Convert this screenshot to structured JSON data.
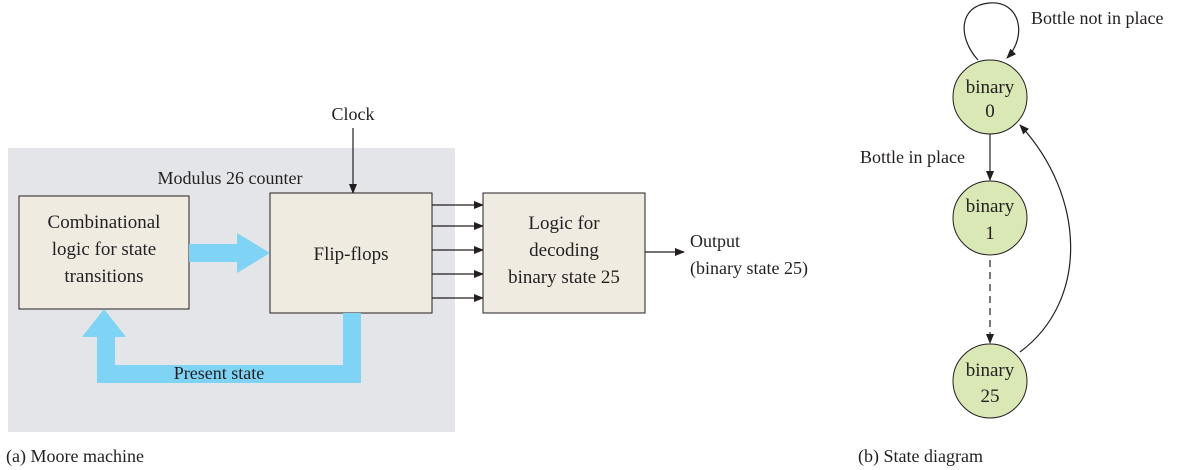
{
  "moore": {
    "clock_label": "Clock",
    "counter_label": "Modulus 26 counter",
    "comb_logic_lines": [
      "Combinational",
      "logic for state",
      "transitions"
    ],
    "flipflops_label": "Flip-flops",
    "decode_lines": [
      "Logic for",
      "decoding",
      "binary state 25"
    ],
    "output_lines": [
      "Output",
      "(binary state 25)"
    ],
    "present_state_label": "Present state",
    "caption": "(a)  Moore machine"
  },
  "state_diagram": {
    "states": [
      {
        "line1": "binary",
        "line2": "0"
      },
      {
        "line1": "binary",
        "line2": "1"
      },
      {
        "line1": "binary",
        "line2": "25"
      }
    ],
    "self_loop_label": "Bottle not in place",
    "transition_label": "Bottle in place",
    "caption": "(b)  State diagram"
  },
  "colors": {
    "counter_bg": "#e4e5e8",
    "block_fill": "#f0ebe1",
    "bus_arrow": "#7fd3f5",
    "state_fill": "#d9e8b4",
    "stroke": "#231f20"
  }
}
